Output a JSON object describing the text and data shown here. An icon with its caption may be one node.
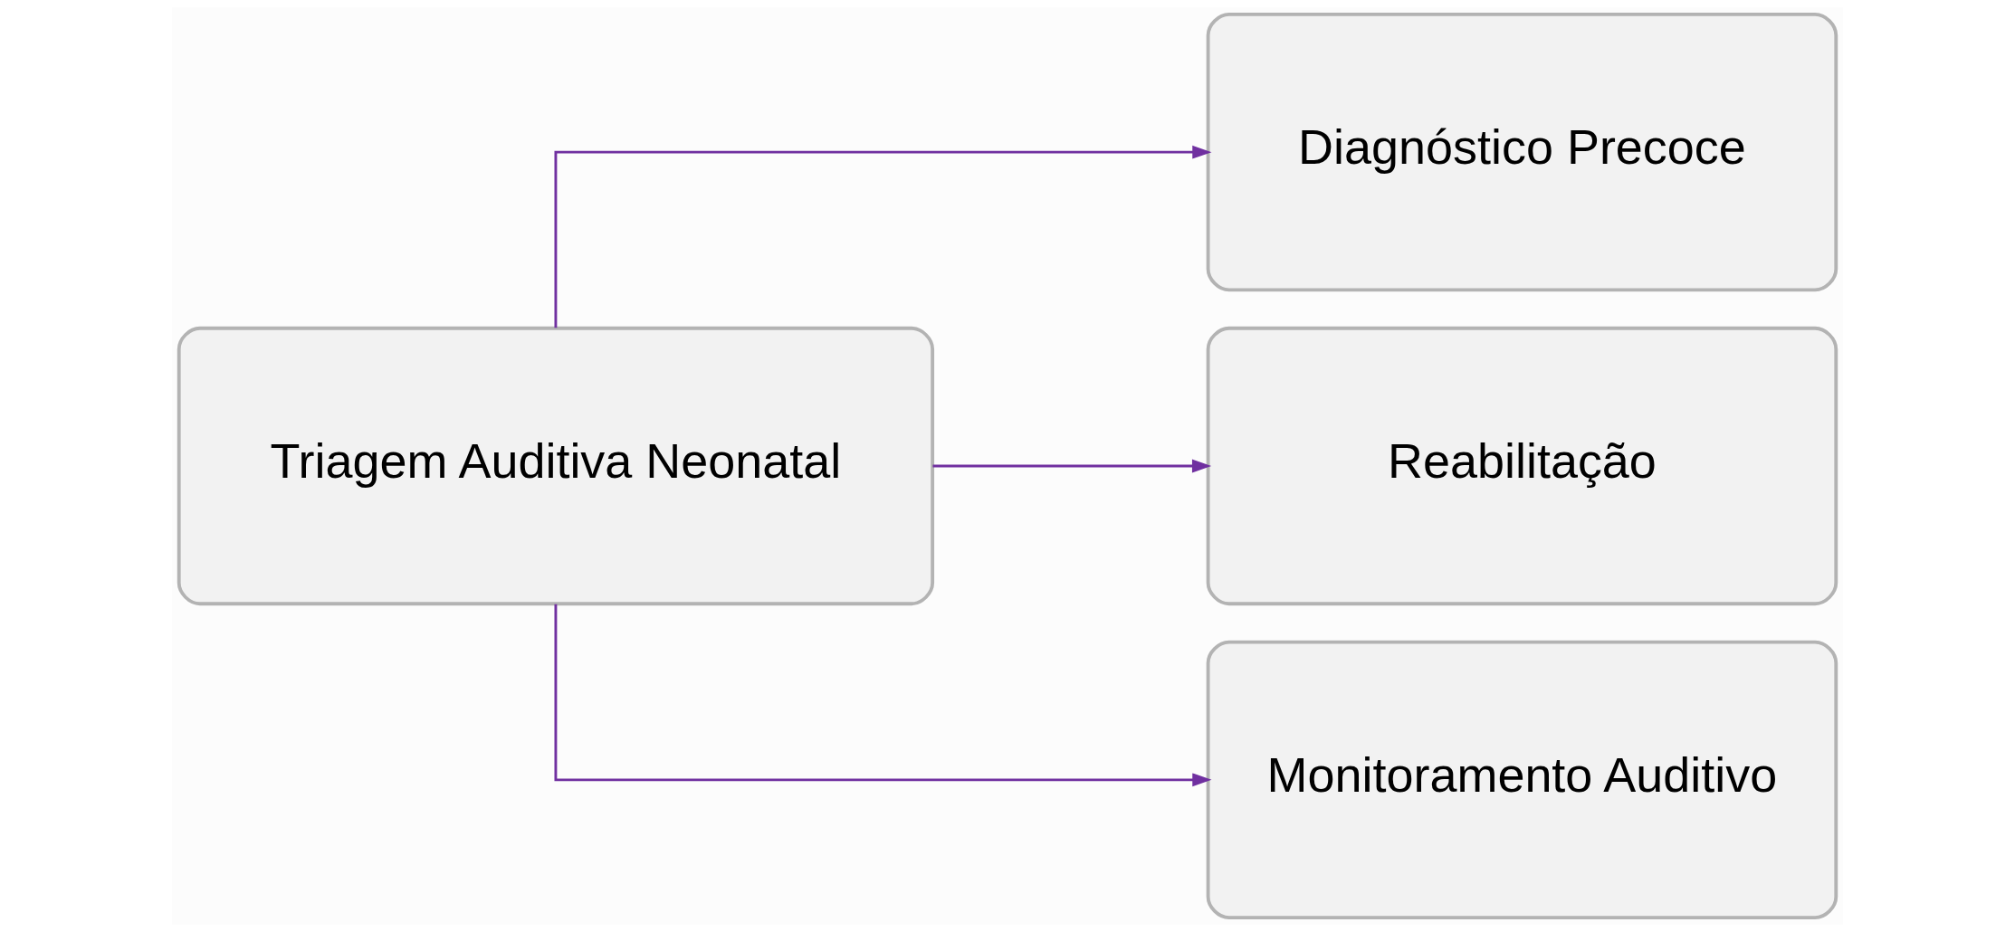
{
  "diagram": {
    "nodes": [
      {
        "text": [
          "Triagem Auditiva Neonatal"
        ]
      },
      {
        "text": [
          "Diagnóstico Precoce"
        ]
      },
      {
        "text": [
          "Reabilitação"
        ]
      },
      {
        "text": [
          "Monitoramento Auditivo"
        ]
      }
    ],
    "edges": [
      {
        "from": 0,
        "to": 1,
        "arrow": "to",
        "color": "#7030a0"
      },
      {
        "from": 0,
        "to": 2,
        "arrow": "to",
        "color": "#7030a0"
      },
      {
        "from": 0,
        "to": 3,
        "arrow": "to",
        "color": "#7030a0"
      }
    ]
  }
}
